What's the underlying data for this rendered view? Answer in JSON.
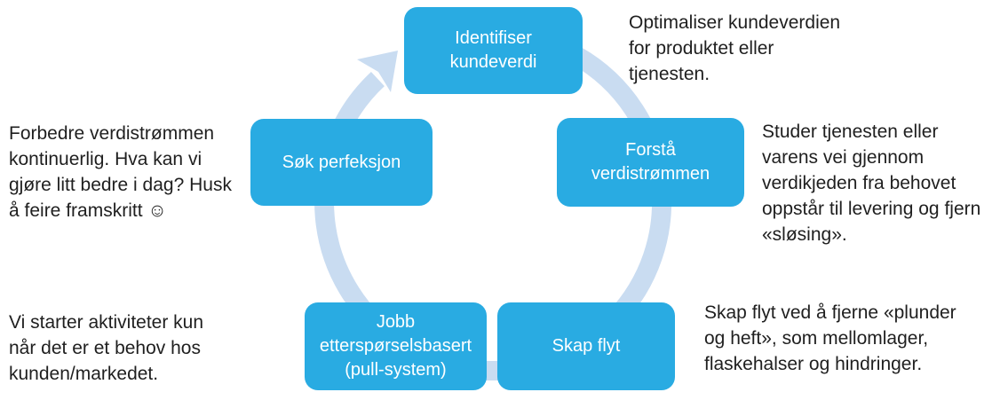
{
  "colors": {
    "node-fill": "#29abe2",
    "node-text": "#ffffff",
    "ring": "#c9dcf1",
    "text": "#1f1f1f",
    "background": "#ffffff"
  },
  "diagram": {
    "type": "cycle",
    "direction": "clockwise",
    "nodes": [
      {
        "label": "Identifiser kundeverdi",
        "note_lines": [
          "Optimaliser kundeverdien",
          "for produktet eller",
          "tjenesten."
        ]
      },
      {
        "label": "Forstå verdistrømmen",
        "note_lines": [
          "Studer tjenesten eller",
          "varens vei gjennom",
          "verdikjeden fra behovet",
          "oppstår til levering og fjern",
          "«sløsing»."
        ]
      },
      {
        "label": "Skap flyt",
        "note_lines": [
          "Skap flyt ved å fjerne «plunder",
          "og heft», som mellomlager,",
          "flaskehalser og hindringer."
        ]
      },
      {
        "label": "Jobb etterspørselsbasert (pull-system)",
        "note_lines": [
          "Vi starter aktiviteter kun",
          "når det er et behov hos",
          "kunden/markedet."
        ]
      },
      {
        "label": "Søk perfeksjon",
        "note_lines": [
          "Forbedre verdistrømmen",
          "kontinuerlig. Hva kan vi",
          "gjøre litt bedre i dag? Husk",
          "å feire framskritt ☺"
        ]
      }
    ]
  }
}
